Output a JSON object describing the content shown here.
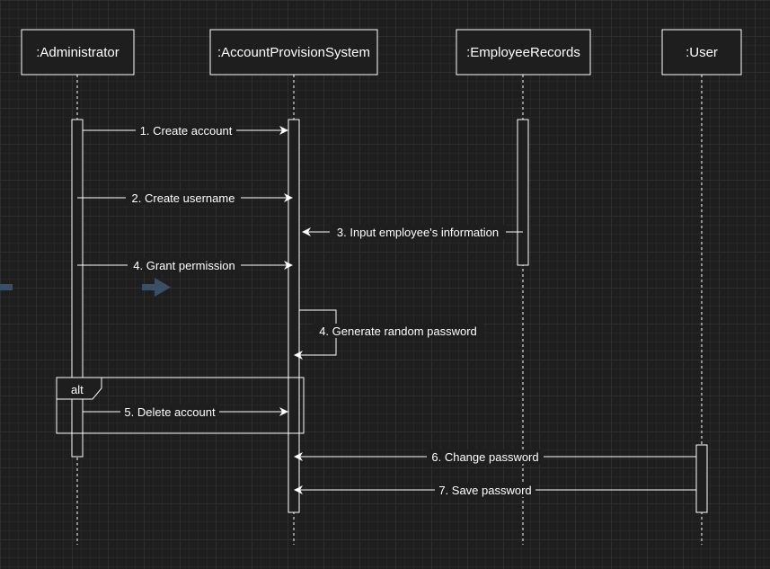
{
  "participants": {
    "administrator": ":Administrator",
    "account_system": ":AccountProvisionSystem",
    "employee_records": ":EmployeeRecords",
    "user": ":User"
  },
  "messages": {
    "m1": "1. Create account",
    "m2": "2. Create username",
    "m3": "3. Input employee's information",
    "m4": "4. Grant permission",
    "m4_self": "4. Generate random password",
    "m5": "5. Delete account",
    "m6": "6. Change password",
    "m7": "7. Save password"
  },
  "fragment": {
    "operator": "alt"
  },
  "colors": {
    "background": "#1e1e1e",
    "stroke": "#ffffff",
    "grid": "#2e2e2e",
    "ghost_arrow": "#3a4f63"
  }
}
